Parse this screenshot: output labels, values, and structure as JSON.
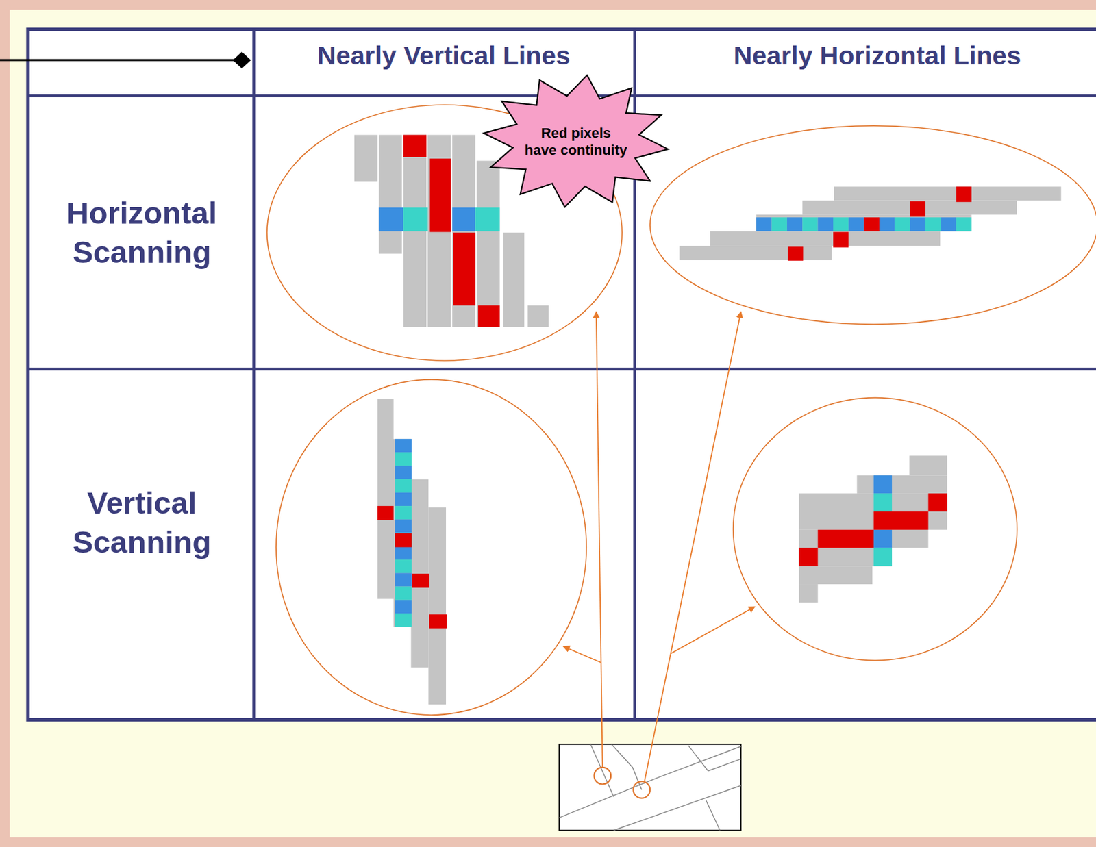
{
  "diagram": {
    "nodes": [
      {
        "text": [
          "Red pixels have continuity"
        ]
      },
      {
        "text": [
          "Red pixels have continuity"
        ]
      }
    ],
    "labels": [
      "Nearly Vertical Lines",
      "Nearly Horizontal Lines",
      "Horizontal Scanning",
      "Vertical Scanning"
    ]
  }
}
